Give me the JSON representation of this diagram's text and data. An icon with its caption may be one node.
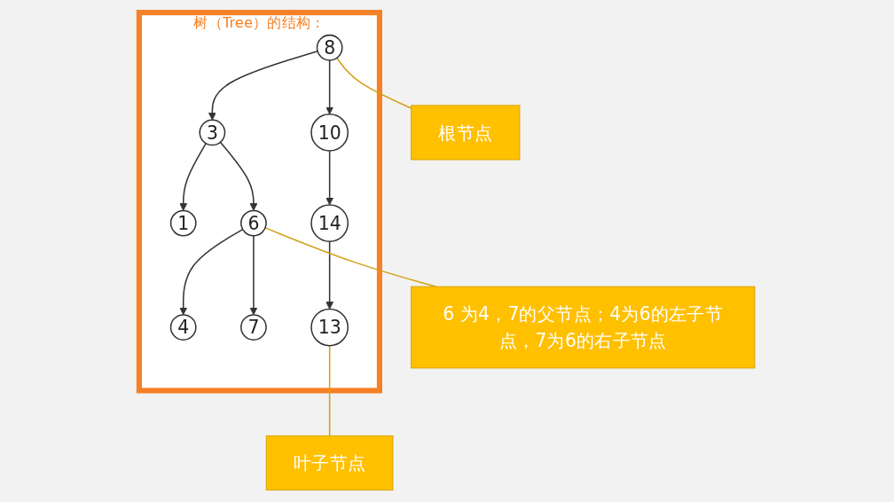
{
  "diagram": {
    "nodes": [
      {
        "text": [
          "树（Tree）的结构："
        ]
      },
      {
        "text": [
          "8"
        ],
        "in": 0
      },
      {
        "text": [
          "3"
        ],
        "in": 0
      },
      {
        "text": [
          "10"
        ],
        "in": 0
      },
      {
        "text": [
          "1"
        ],
        "in": 0
      },
      {
        "text": [
          "6"
        ],
        "in": 0
      },
      {
        "text": [
          "14"
        ],
        "in": 0
      },
      {
        "text": [
          "4"
        ],
        "in": 0
      },
      {
        "text": [
          "7"
        ],
        "in": 0
      },
      {
        "text": [
          "13"
        ],
        "in": 0
      },
      {
        "text": [
          "根节点"
        ]
      },
      {
        "text": [
          "6 为4，7的父节点；4为6的左子节点，7为6的右子节点"
        ]
      },
      {
        "text": [
          "叶子节点"
        ]
      }
    ],
    "edges": [
      {
        "from": 1,
        "to": 2,
        "arrow": "to"
      },
      {
        "from": 1,
        "to": 3,
        "arrow": "to"
      },
      {
        "from": 2,
        "to": 4,
        "arrow": "to"
      },
      {
        "from": 2,
        "to": 5,
        "arrow": "to"
      },
      {
        "from": 3,
        "to": 6,
        "arrow": "to"
      },
      {
        "from": 5,
        "to": 7,
        "arrow": "to"
      },
      {
        "from": 5,
        "to": 8,
        "arrow": "to"
      },
      {
        "from": 6,
        "to": 9,
        "arrow": "to"
      },
      {
        "from": 10,
        "to": 1,
        "arrow": "none",
        "color": "#d4a017"
      },
      {
        "from": 11,
        "to": 5,
        "arrow": "none",
        "color": "#d4a017"
      },
      {
        "from": 12,
        "to": 9,
        "arrow": "none",
        "color": "#d4a017"
      }
    ]
  }
}
